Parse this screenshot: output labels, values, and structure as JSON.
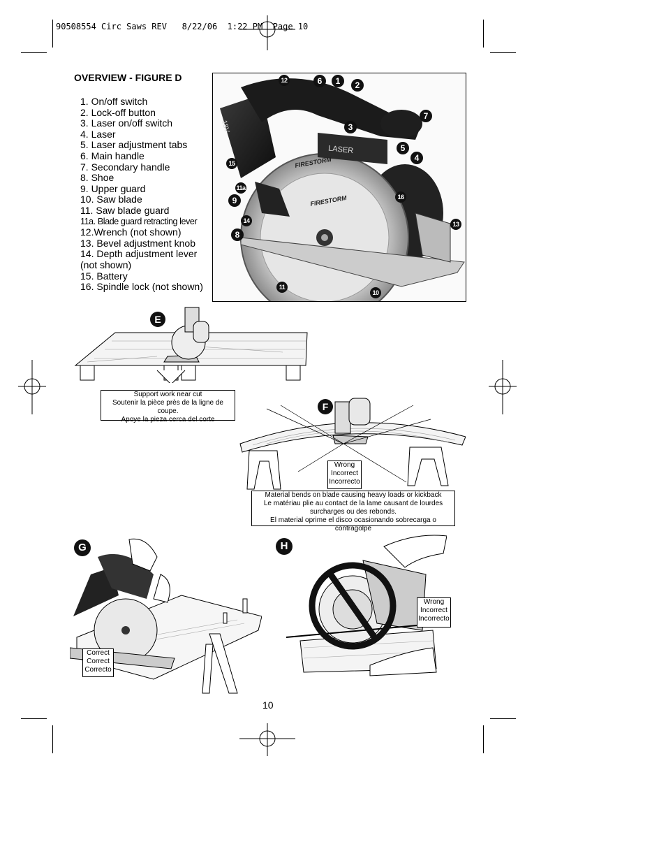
{
  "header": {
    "slug": "90508554 Circ Saws REV   8/22/06  1:22 PM  Page 10"
  },
  "overview": {
    "title": "OVERVIEW - FIGURE D",
    "parts": [
      "1. On/off switch",
      "2. Lock-off button",
      "3. Laser on/off switch",
      "4. Laser",
      "5. Laser adjustment tabs",
      "6. Main handle",
      "7. Secondary handle",
      "8. Shoe",
      "9. Upper guard",
      "10. Saw blade",
      "11. Saw blade guard",
      "11a. Blade guard retracting lever",
      "12.Wrench (not shown)",
      "13. Bevel adjustment knob",
      "14. Depth adjustment lever (not shown)",
      "15. Battery",
      "16. Spindle lock (not shown)"
    ]
  },
  "figure_d": {
    "callouts": [
      "12",
      "6",
      "1",
      "2",
      "7",
      "3",
      "5",
      "4",
      "15",
      "16",
      "11a",
      "9",
      "14",
      "13",
      "8",
      "11",
      "10"
    ],
    "markings": {
      "voltage": "18V",
      "laser": "LASER",
      "brand": "FIRESTORM"
    }
  },
  "figure_e": {
    "label": "E",
    "caption": [
      "Support work near cut",
      "Soutenir la pièce près de la ligne de coupe.",
      "Apoye la pieza cerca del corte"
    ]
  },
  "figure_f": {
    "label": "F",
    "wrong": [
      "Wrong",
      "Incorrect",
      "Incorrecto"
    ],
    "caption": [
      "Material bends on blade causing heavy loads or kickback",
      "Le matériau plie au contact de la lame causant de lourdes",
      "surcharges ou des rebonds.",
      "El material oprime el disco ocasionando sobrecarga o contragolpe"
    ]
  },
  "figure_g": {
    "label": "G",
    "correct": [
      "Correct",
      "Correct",
      "Correcto"
    ]
  },
  "figure_h": {
    "label": "H",
    "wrong": [
      "Wrong",
      "Incorrect",
      "Incorrecto"
    ]
  },
  "page_number": "10"
}
